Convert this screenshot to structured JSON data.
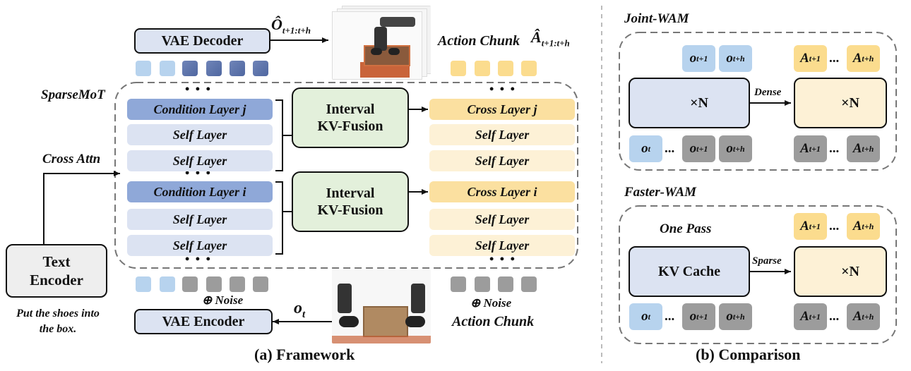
{
  "framework": {
    "caption": "(a) Framework",
    "sparsemot_label": "SparseMoT",
    "vae_decoder": "VAE Decoder",
    "vae_encoder": "VAE Encoder",
    "text_encoder": "Text Encoder",
    "prompt": "Put the shoes into the box.",
    "cross_attn": "Cross Attn",
    "noise_left": "⊕ Noise",
    "noise_right": "⊕ Noise",
    "action_chunk_top": "Action Chunk",
    "action_chunk_bottom": "Action Chunk",
    "pred_obs": "Ô",
    "pred_obs_sub": "t+1:t+h",
    "pred_action": "Â",
    "pred_action_sub": "t+1:t+h",
    "obs": "o",
    "obs_sub": "t",
    "dots": "• • •",
    "kv_fusion_line1": "Interval",
    "kv_fusion_line2": "KV-Fusion",
    "left_stack": [
      {
        "label": "Condition Layer j"
      },
      {
        "label": "Self Layer"
      },
      {
        "label": "Self Layer"
      },
      {
        "label": "Condition Layer i"
      },
      {
        "label": "Self Layer"
      },
      {
        "label": "Self Layer"
      }
    ],
    "right_stack": [
      {
        "label": "Cross Layer j"
      },
      {
        "label": "Self Layer"
      },
      {
        "label": "Self Layer"
      },
      {
        "label": "Cross Layer i"
      },
      {
        "label": "Self Layer"
      },
      {
        "label": "Self Layer"
      }
    ]
  },
  "comparison": {
    "caption": "(b) Comparison",
    "joint_title": "Joint-WAM",
    "faster_title": "Faster-WAM",
    "dense": "Dense",
    "sparse": "Sparse",
    "one_pass": "One Pass",
    "kv_cache": "KV Cache",
    "loop": "×N",
    "ellipsis": "...",
    "o": "o",
    "a": "A",
    "sub_t": "t",
    "sub_t1": "t+1",
    "sub_th": "t+h"
  },
  "colors": {
    "blue_light": "#dce3f2",
    "blue_dark": "#8fa8d8",
    "yellow_light": "#fdf1d6",
    "yellow_dark": "#fbe0a0",
    "green": "#e3f0db",
    "gray": "#9c9c9c"
  }
}
